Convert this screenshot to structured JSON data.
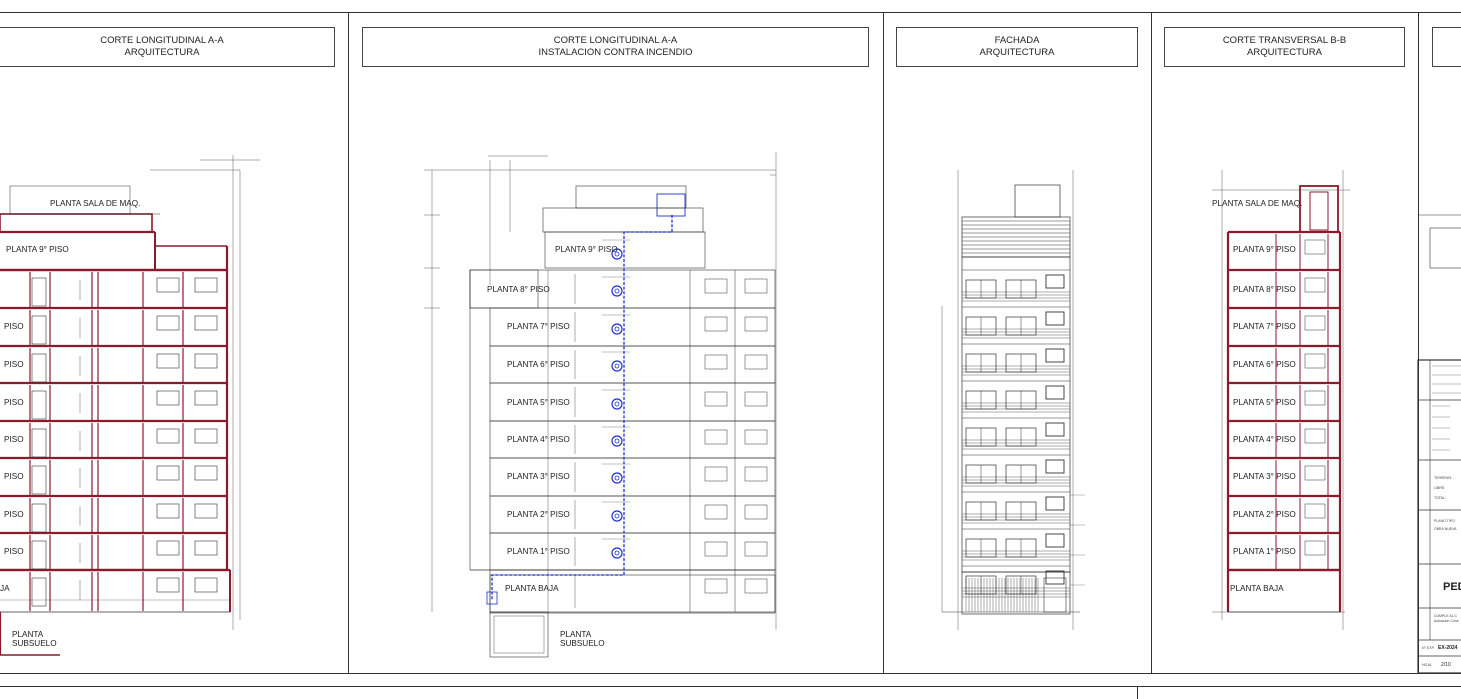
{
  "panels": [
    {
      "title1": "CORTE LONGITUDINAL A-A",
      "title2": "ARQUITECTURA"
    },
    {
      "title1": "CORTE LONGITUDINAL A-A",
      "title2": "INSTALACION CONTRA INCENDIO"
    },
    {
      "title1": "FACHADA",
      "title2": "ARQUITECTURA"
    },
    {
      "title1": "CORTE TRANSVERSAL B-B",
      "title2": "ARQUITECTURA"
    }
  ],
  "floor_labels": {
    "machine_room": "PLANTA SALA DE MAQ.",
    "floor9": "PLANTA 9° PISO",
    "floor8": "PLANTA 8° PISO",
    "floor7": "PLANTA 7° PISO",
    "floor6": "PLANTA 6° PISO",
    "floor5": "PLANTA 5° PISO",
    "floor4": "PLANTA 4° PISO",
    "floor3": "PLANTA 3° PISO",
    "floor2": "PLANTA 2° PISO",
    "floor1": "PLANTA 1° PISO",
    "ground": "PLANTA BAJA",
    "basement1": "PLANTA",
    "basement2": "SUBSUELO"
  },
  "partial_labels": {
    "piso": "PISO",
    "ja": "JA",
    "planta_ground_partial": "PLANTA"
  },
  "title_block": {
    "ped": "PED",
    "terreno": "TERRENO:",
    "libre": "LIBRE:",
    "total": "TOTAL:",
    "plano_tipo": "PLANO TIPO",
    "obra_nueva": "OBRA NUEVA",
    "exp": "EX-2024",
    "sheet": "2/10",
    "nexp": "N° EXP",
    "hoja": "HOJA",
    "cumple": "CUMPLE AL C",
    "actuacion": "Actuacion Cons"
  },
  "colors": {
    "structure": "#8b1a2b",
    "fire_line": "#1f2fd6",
    "line": "#333333"
  }
}
